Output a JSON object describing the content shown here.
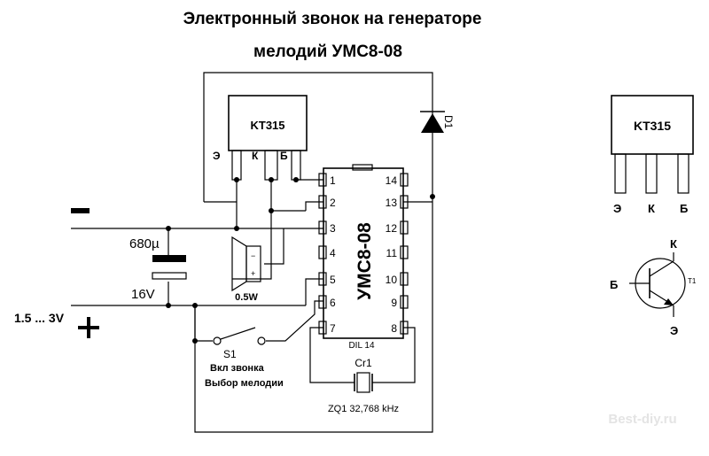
{
  "title": {
    "line1": "Электронный звонок на генераторе",
    "line2": "мелодий  УМС8-08"
  },
  "transistor": {
    "label": "KT315",
    "pins": [
      "Э",
      "К",
      "Б"
    ]
  },
  "chip": {
    "label": "УМС8-08",
    "package": "DIL 14",
    "left_pins": [
      "1",
      "2",
      "3",
      "4",
      "5",
      "6",
      "7"
    ],
    "right_pins": [
      "14",
      "13",
      "12",
      "11",
      "10",
      "9",
      "8"
    ]
  },
  "diode": {
    "label": "D1"
  },
  "capacitor": {
    "value": "680µ",
    "voltage": "16V"
  },
  "speaker": {
    "power": "0.5W"
  },
  "switch": {
    "label": "S1",
    "desc1": "Вкл звонка",
    "desc2": "Выбор мелодии"
  },
  "crystal": {
    "label": "Cr1",
    "desc": "ZQ1 32,768 kHz"
  },
  "power": {
    "minus": "−",
    "voltage": "1.5 ... 3V",
    "plus": "+"
  },
  "pinout": {
    "label": "KT315",
    "pins": [
      "Э",
      "К",
      "Б"
    ],
    "sym_k": "К",
    "sym_b": "Б",
    "sym_e": "Э",
    "sym_name": "T1"
  },
  "watermark": "Best-diy.ru"
}
